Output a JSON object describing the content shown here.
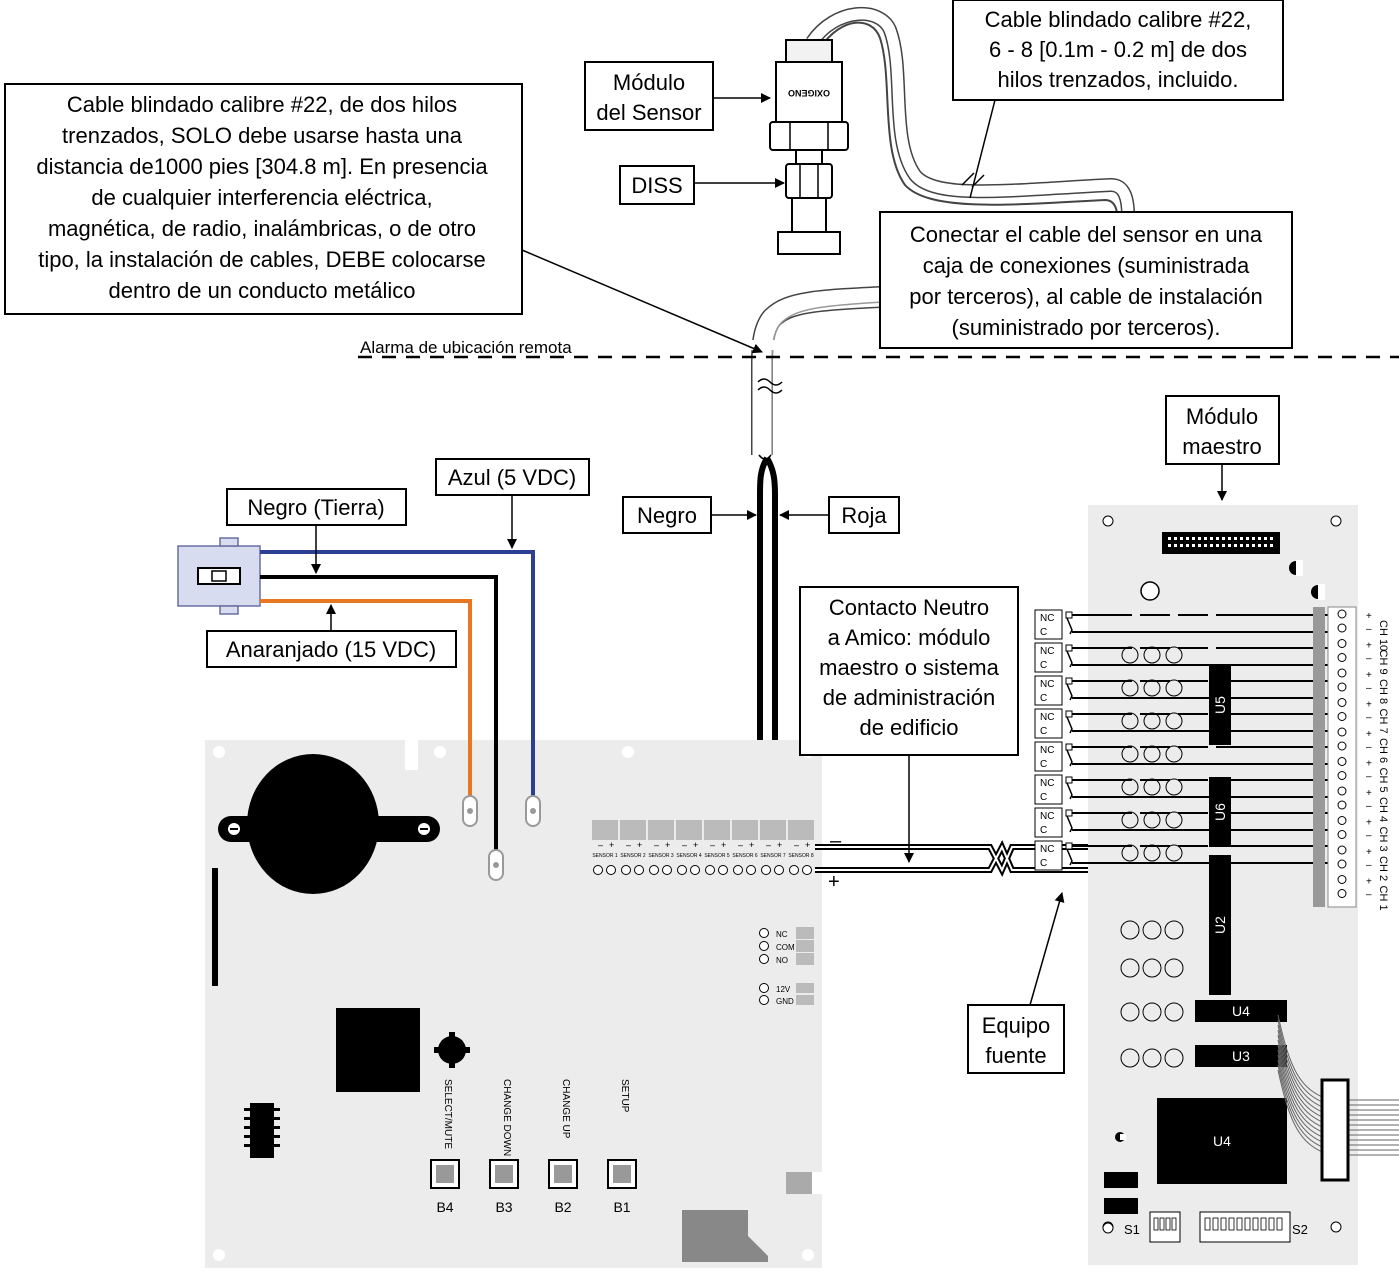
{
  "callouts": {
    "sensor_module": [
      "Módulo",
      "del Sensor"
    ],
    "diss": "DISS",
    "sensor_cable": [
      "Cable blindado calibre #22,",
      "6 - 8 [0.1m - 0.2 m] de dos",
      "hilos trenzados, incluido."
    ],
    "install_cable": [
      "Cable blindado calibre #22, de dos hilos",
      "trenzados, SOLO debe usarse hasta una",
      "distancia de1000 pies [304.8 m]. En presencia",
      "de cualquier interferencia eléctrica,",
      "magnética, de radio, inalámbricas, o de otro",
      "tipo, la instalación de cables, DEBE colocarse",
      "dentro de un conducto metálico"
    ],
    "junction": [
      "Conectar el cable del sensor en una",
      "caja de conexiones (suministrada",
      "por terceros), al cable de instalación",
      "(suministrado por terceros)."
    ],
    "remote_alarm": "Alarma de ubicación remota",
    "master_module": [
      "Módulo",
      "maestro"
    ],
    "blue": "Azul (5 VDC)",
    "black_ground": "Negro (Tierra)",
    "orange": "Anaranjado (15 VDC)",
    "black": "Negro",
    "red": "Roja",
    "neutral_contact": [
      "Contacto Neutro",
      "a Amico: módulo",
      "maestro o sistema",
      "de administración",
      "de edificio"
    ],
    "source": [
      "Equipo",
      "fuente"
    ]
  },
  "sensor_text": "OXIGENO",
  "alarm_board": {
    "sensors": [
      "SENSOR 1",
      "SENSOR 2",
      "SENSOR 3",
      "SENSOR 4",
      "SENSOR 5",
      "SENSOR 6",
      "SENSOR 7",
      "SENSOR 8"
    ],
    "relay": [
      "NC",
      "COM",
      "NO"
    ],
    "power": [
      "12V",
      "GND"
    ],
    "buttons": [
      {
        "label": "SELECT/MUTE",
        "id": "B4"
      },
      {
        "label": "CHANGE DOWN",
        "id": "B3"
      },
      {
        "label": "CHANGE UP",
        "id": "B2"
      },
      {
        "label": "SETUP",
        "id": "B1"
      }
    ],
    "minus": "–",
    "plus": "+"
  },
  "master_board": {
    "channels": [
      "CH 10",
      "CH 9",
      "CH 8",
      "CH 7",
      "CH 6",
      "CH 5",
      "CH 4",
      "CH 3",
      "CH 2",
      "CH 1"
    ],
    "relay_labels": [
      "NC",
      "C"
    ],
    "chips": [
      "U5",
      "U6",
      "U2",
      "U4",
      "U3",
      "U4"
    ],
    "switches": [
      "S1",
      "S2"
    ]
  },
  "colors": {
    "blue_wire": "#2b3f93",
    "orange_wire": "#e87722",
    "black_wire": "#000000",
    "board": "#ececec"
  }
}
